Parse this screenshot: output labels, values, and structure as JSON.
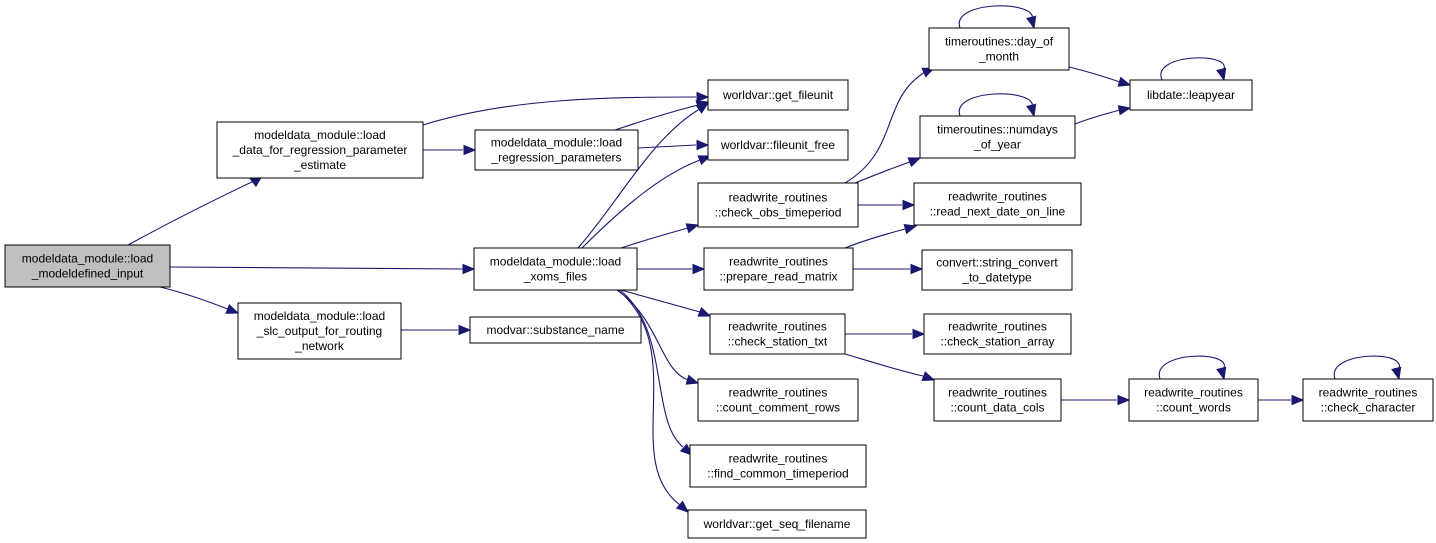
{
  "colors": {
    "edge": "#191970",
    "root_fill": "#bfbfbf",
    "node_fill": "#ffffff",
    "node_border": "#000000"
  },
  "nodes": [
    {
      "id": "root",
      "lines": [
        "modeldata_module::load",
        "_modeldefined_input"
      ]
    },
    {
      "id": "load_data_reg",
      "lines": [
        "modeldata_module::load",
        "_data_for_regression_parameter",
        "_estimate"
      ]
    },
    {
      "id": "load_reg_params",
      "lines": [
        "modeldata_module::load",
        "_regression_parameters"
      ]
    },
    {
      "id": "load_xoms",
      "lines": [
        "modeldata_module::load",
        "_xoms_files"
      ]
    },
    {
      "id": "load_slc",
      "lines": [
        "modeldata_module::load",
        "_slc_output_for_routing",
        "_network"
      ]
    },
    {
      "id": "get_fileunit",
      "lines": [
        "worldvar::get_fileunit"
      ]
    },
    {
      "id": "fileunit_free",
      "lines": [
        "worldvar::fileunit_free"
      ]
    },
    {
      "id": "substance_name",
      "lines": [
        "modvar::substance_name"
      ]
    },
    {
      "id": "check_obs",
      "lines": [
        "readwrite_routines",
        "::check_obs_timeperiod"
      ]
    },
    {
      "id": "prepare_read",
      "lines": [
        "readwrite_routines",
        "::prepare_read_matrix"
      ]
    },
    {
      "id": "check_station_txt",
      "lines": [
        "readwrite_routines",
        "::check_station_txt"
      ]
    },
    {
      "id": "count_comment",
      "lines": [
        "readwrite_routines",
        "::count_comment_rows"
      ]
    },
    {
      "id": "find_common",
      "lines": [
        "readwrite_routines",
        "::find_common_timeperiod"
      ]
    },
    {
      "id": "get_seq",
      "lines": [
        "worldvar::get_seq_filename"
      ]
    },
    {
      "id": "day_of_month",
      "lines": [
        "timeroutines::day_of",
        "_month"
      ]
    },
    {
      "id": "numdays",
      "lines": [
        "timeroutines::numdays",
        "_of_year"
      ]
    },
    {
      "id": "read_next_date",
      "lines": [
        "readwrite_routines",
        "::read_next_date_on_line"
      ]
    },
    {
      "id": "string_convert",
      "lines": [
        "convert::string_convert",
        "_to_datetype"
      ]
    },
    {
      "id": "check_station_array",
      "lines": [
        "readwrite_routines",
        "::check_station_array"
      ]
    },
    {
      "id": "count_data_cols",
      "lines": [
        "readwrite_routines",
        "::count_data_cols"
      ]
    },
    {
      "id": "leapyear",
      "lines": [
        "libdate::leapyear"
      ]
    },
    {
      "id": "count_words",
      "lines": [
        "readwrite_routines",
        "::count_words"
      ]
    },
    {
      "id": "check_character",
      "lines": [
        "readwrite_routines",
        "::check_character"
      ]
    }
  ],
  "edges": [
    [
      "root",
      "load_data_reg"
    ],
    [
      "root",
      "load_xoms"
    ],
    [
      "root",
      "load_slc"
    ],
    [
      "load_data_reg",
      "get_fileunit"
    ],
    [
      "load_data_reg",
      "load_reg_params"
    ],
    [
      "load_reg_params",
      "get_fileunit"
    ],
    [
      "load_reg_params",
      "fileunit_free"
    ],
    [
      "load_xoms",
      "get_fileunit"
    ],
    [
      "load_xoms",
      "fileunit_free"
    ],
    [
      "load_xoms",
      "check_obs"
    ],
    [
      "load_xoms",
      "prepare_read"
    ],
    [
      "load_xoms",
      "check_station_txt"
    ],
    [
      "load_xoms",
      "count_comment"
    ],
    [
      "load_xoms",
      "find_common"
    ],
    [
      "load_xoms",
      "get_seq"
    ],
    [
      "load_slc",
      "substance_name"
    ],
    [
      "check_obs",
      "day_of_month"
    ],
    [
      "check_obs",
      "numdays"
    ],
    [
      "check_obs",
      "read_next_date"
    ],
    [
      "prepare_read",
      "read_next_date"
    ],
    [
      "prepare_read",
      "string_convert"
    ],
    [
      "check_station_txt",
      "check_station_array"
    ],
    [
      "check_station_txt",
      "count_data_cols"
    ],
    [
      "day_of_month",
      "day_of_month"
    ],
    [
      "day_of_month",
      "leapyear"
    ],
    [
      "numdays",
      "numdays"
    ],
    [
      "numdays",
      "leapyear"
    ],
    [
      "leapyear",
      "leapyear"
    ],
    [
      "count_data_cols",
      "count_words"
    ],
    [
      "count_words",
      "count_words"
    ],
    [
      "count_words",
      "check_character"
    ],
    [
      "check_character",
      "check_character"
    ]
  ]
}
